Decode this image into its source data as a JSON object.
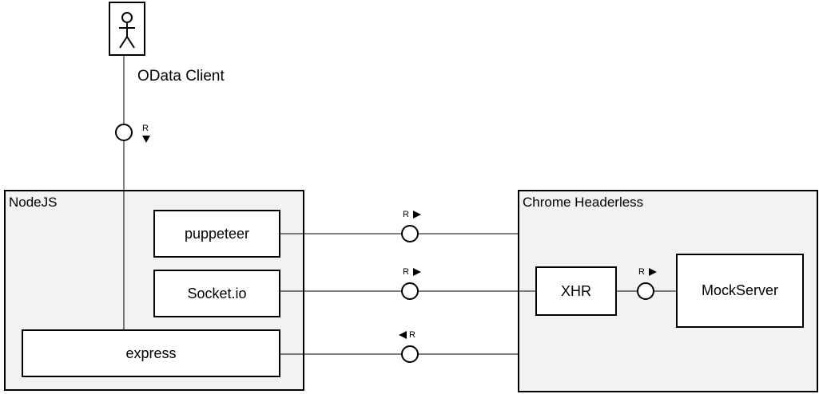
{
  "actor": {
    "label": "OData Client",
    "icon": "stick-figure-icon"
  },
  "containers": {
    "nodejs": {
      "title": "NodeJS"
    },
    "chrome": {
      "title": "Chrome Headerless"
    }
  },
  "components": {
    "puppeteer": "puppeteer",
    "socketio": "Socket.io",
    "express": "express",
    "xhr": "XHR",
    "mockserver": "MockServer"
  },
  "interfaces": {
    "client": {
      "label": "R",
      "direction": "down"
    },
    "puppeteer": {
      "label": "R",
      "direction": "right"
    },
    "socketio": {
      "label": "R",
      "direction": "right"
    },
    "express": {
      "label": "R",
      "direction": "left"
    },
    "xhr": {
      "label": "R",
      "direction": "right"
    }
  }
}
